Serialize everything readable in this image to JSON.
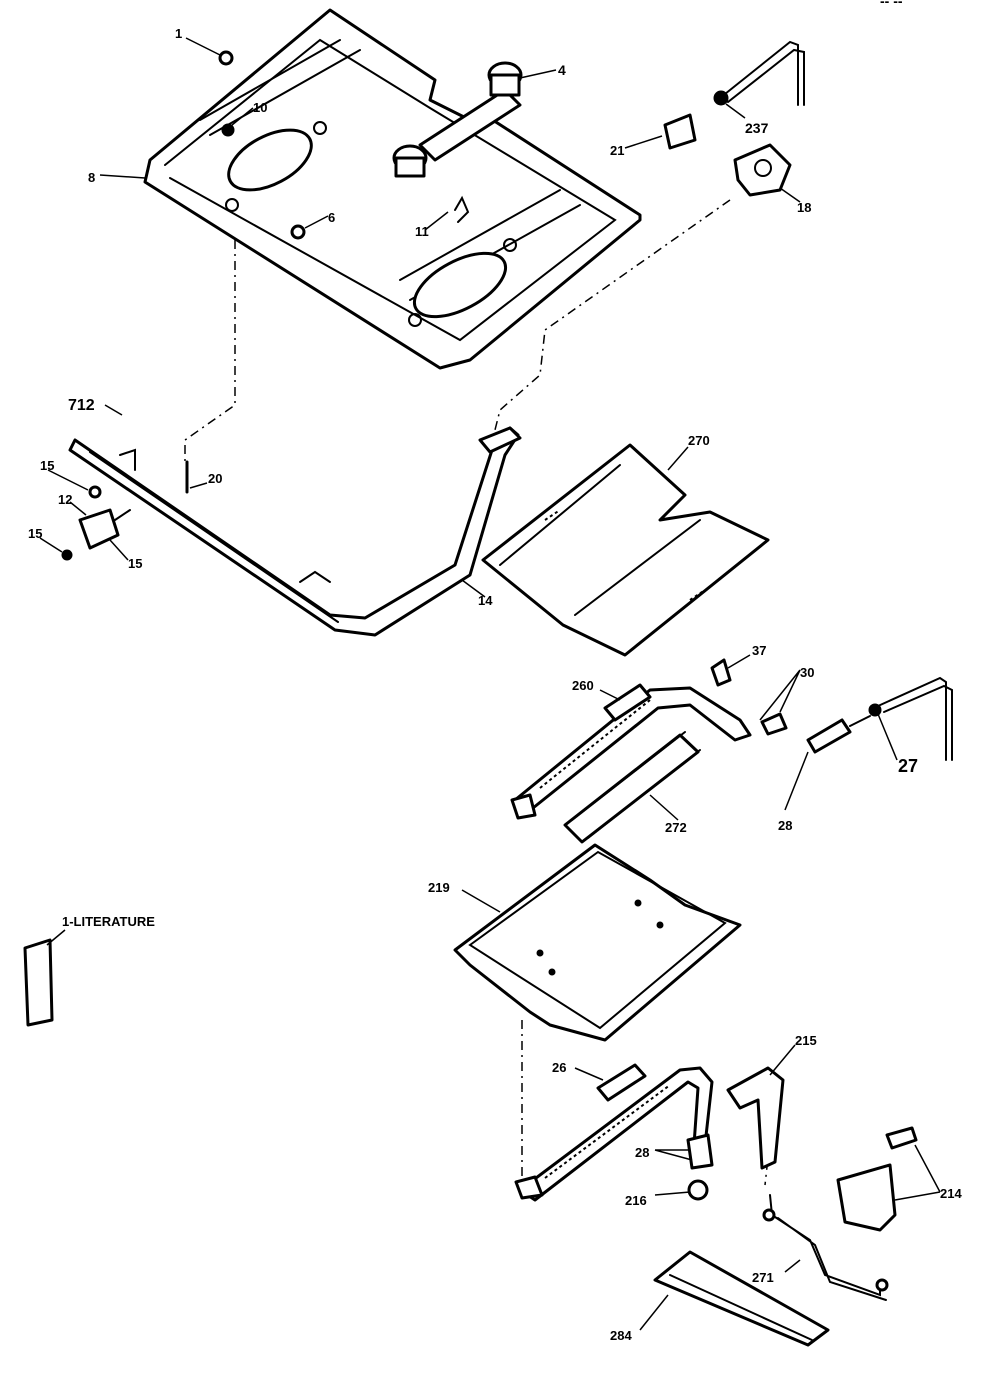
{
  "header": {
    "corner_text": "-- --"
  },
  "labels": {
    "l1": "1",
    "l10": "10",
    "l4": "4",
    "l8": "8",
    "l6": "6",
    "l11": "11",
    "l237": "237",
    "l21": "21",
    "l18": "18",
    "l712": "712",
    "l15a": "15",
    "l12": "12",
    "l15b": "15",
    "l15c": "15",
    "l20": "20",
    "l14": "14",
    "l270": "270",
    "l260": "260",
    "l37": "37",
    "l30": "30",
    "l27": "27",
    "l28": "28",
    "l272": "272",
    "l219": "219",
    "literature": "1-LITERATURE",
    "l26": "26",
    "l215": "215",
    "l28b": "28",
    "l216": "216",
    "l214": "214",
    "l271": "271",
    "l284": "284"
  }
}
